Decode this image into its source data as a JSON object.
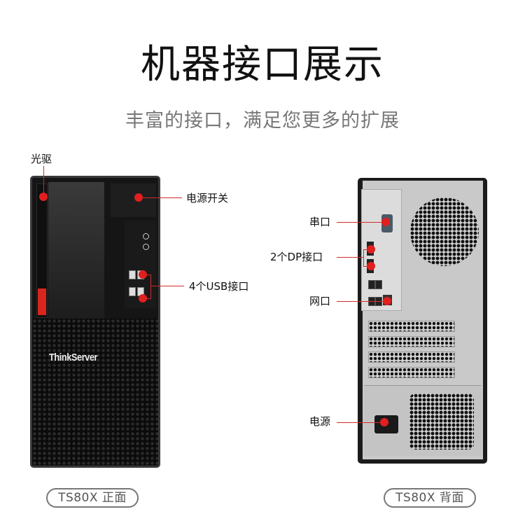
{
  "header": {
    "title": "机器接口展示",
    "subtitle": "丰富的接口，满足您更多的扩展"
  },
  "front": {
    "brand": "ThinkServer",
    "badge": "TS80X 正面",
    "callouts": [
      {
        "id": "optical-drive",
        "label": "光驱"
      },
      {
        "id": "power-switch",
        "label": "电源开关"
      },
      {
        "id": "usb-ports",
        "label": "4个USB接口"
      }
    ]
  },
  "back": {
    "badge": "TS80X 背面",
    "callouts": [
      {
        "id": "serial-port",
        "label": "串口"
      },
      {
        "id": "dp-ports",
        "label": "2个DP接口"
      },
      {
        "id": "ethernet-port",
        "label": "网口"
      },
      {
        "id": "power-inlet",
        "label": "电源"
      }
    ]
  },
  "colors": {
    "accent_red": "#e11f1f",
    "line_red": "#d42a2a",
    "title_text": "#111111",
    "subtitle_text": "#777777",
    "badge_border": "#777777"
  }
}
